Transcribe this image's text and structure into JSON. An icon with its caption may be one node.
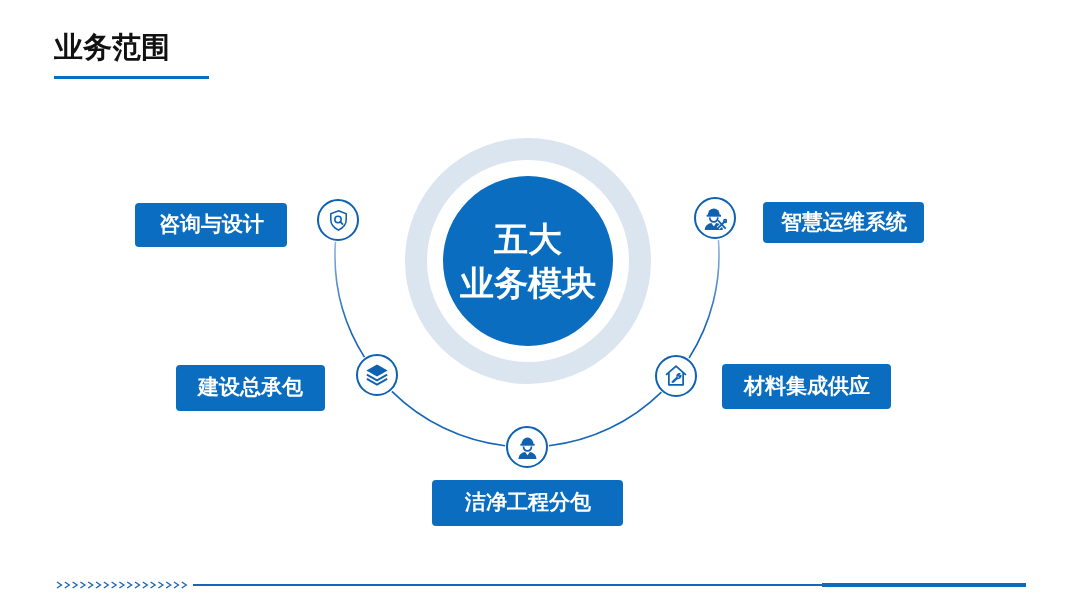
{
  "diagram": {
    "title": "业务范围",
    "nodes": [
      {
        "text": [
          "五大",
          "业务模块"
        ]
      },
      {
        "text": [
          "咨询与设计"
        ]
      },
      {
        "text": [],
        "shape": "circle"
      },
      {
        "text": [
          "建设总承包"
        ]
      },
      {
        "text": [],
        "shape": "circle"
      },
      {
        "text": [
          "洁净工程分包"
        ]
      },
      {
        "text": [],
        "shape": "circle"
      },
      {
        "text": [
          "材料集成供应"
        ]
      },
      {
        "text": [],
        "shape": "circle"
      },
      {
        "text": [
          "智慧运维系统"
        ]
      },
      {
        "text": [],
        "shape": "circle"
      }
    ],
    "edges": [
      {
        "from": 2,
        "to": 4,
        "arrow": "none"
      },
      {
        "from": 4,
        "to": 6,
        "arrow": "none"
      },
      {
        "from": 6,
        "to": 8,
        "arrow": "none"
      },
      {
        "from": 8,
        "to": 10,
        "arrow": "none"
      }
    ]
  }
}
